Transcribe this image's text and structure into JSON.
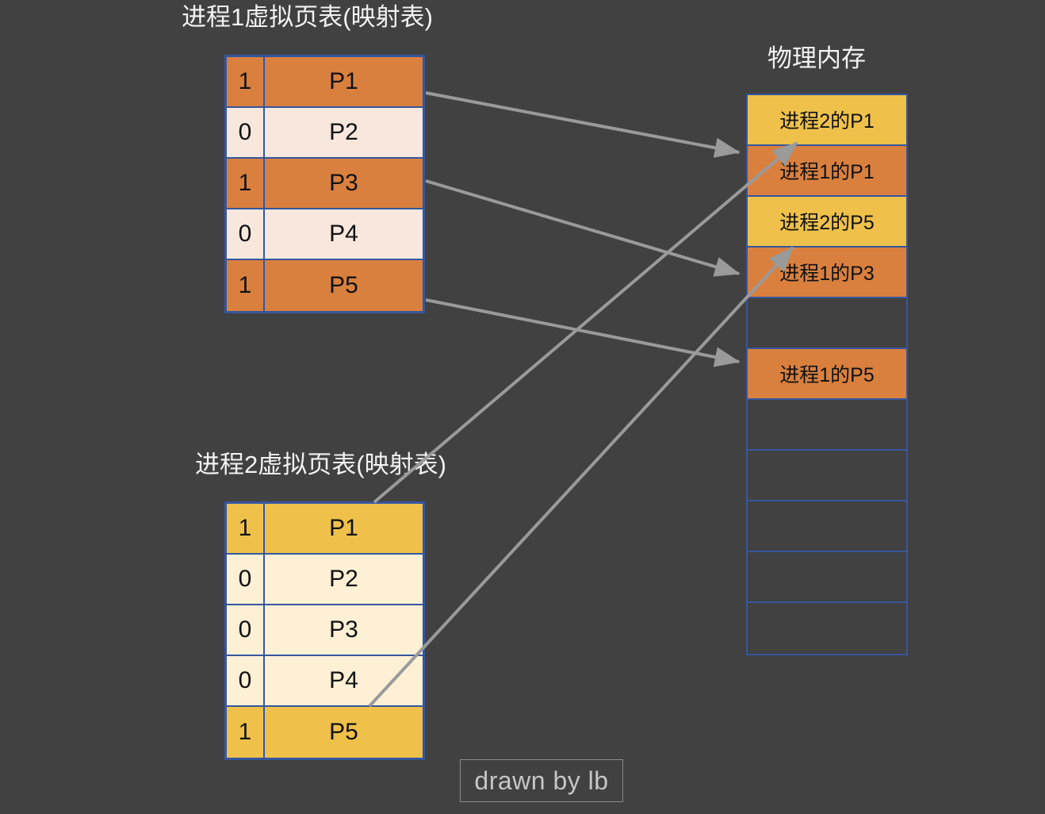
{
  "background_color": "#414141",
  "palette": {
    "orange": "#d9803f",
    "orange_light": "#f7e7dd",
    "yellow": "#efc14a",
    "yellow_light": "#fdf0d5",
    "border_blue": "#35569e",
    "arrow_gray": "#9a9a9a",
    "title_text": "#f2f2f2",
    "cell_text": "#111111"
  },
  "titles": {
    "process1_table": "进程1虚拟页表(映射表)",
    "process2_table": "进程2虚拟页表(映射表)",
    "physical_memory": "物理内存"
  },
  "process1_table": {
    "rows": [
      {
        "flag": "1",
        "page": "P1",
        "present": true
      },
      {
        "flag": "0",
        "page": "P2",
        "present": false
      },
      {
        "flag": "1",
        "page": "P3",
        "present": true
      },
      {
        "flag": "0",
        "page": "P4",
        "present": false
      },
      {
        "flag": "1",
        "page": "P5",
        "present": true
      }
    ]
  },
  "process2_table": {
    "rows": [
      {
        "flag": "1",
        "page": "P1",
        "present": true
      },
      {
        "flag": "0",
        "page": "P2",
        "present": false
      },
      {
        "flag": "0",
        "page": "P3",
        "present": false
      },
      {
        "flag": "0",
        "page": "P4",
        "present": false
      },
      {
        "flag": "1",
        "page": "P5",
        "present": true
      }
    ]
  },
  "physical_memory": {
    "slots": [
      {
        "label": "进程2的P1",
        "fill": "yellow"
      },
      {
        "label": "进程1的P1",
        "fill": "orange"
      },
      {
        "label": "进程2的P5",
        "fill": "yellow"
      },
      {
        "label": "进程1的P3",
        "fill": "orange"
      },
      {
        "label": "",
        "fill": "empty"
      },
      {
        "label": "进程1的P5",
        "fill": "orange"
      },
      {
        "label": "",
        "fill": "empty"
      },
      {
        "label": "",
        "fill": "empty"
      },
      {
        "label": "",
        "fill": "empty"
      },
      {
        "label": "",
        "fill": "empty"
      },
      {
        "label": "",
        "fill": "empty"
      }
    ]
  },
  "mappings": [
    {
      "from": "process1.P1",
      "to": "physical_memory.slot2",
      "label": "进程1的P1"
    },
    {
      "from": "process1.P3",
      "to": "physical_memory.slot4",
      "label": "进程1的P3"
    },
    {
      "from": "process1.P5",
      "to": "physical_memory.slot6",
      "label": "进程1的P5"
    },
    {
      "from": "process2.P1",
      "to": "physical_memory.slot1",
      "label": "进程2的P1"
    },
    {
      "from": "process2.P5",
      "to": "physical_memory.slot3",
      "label": "进程2的P5"
    }
  ],
  "watermark": {
    "text": "drawn by lb"
  }
}
